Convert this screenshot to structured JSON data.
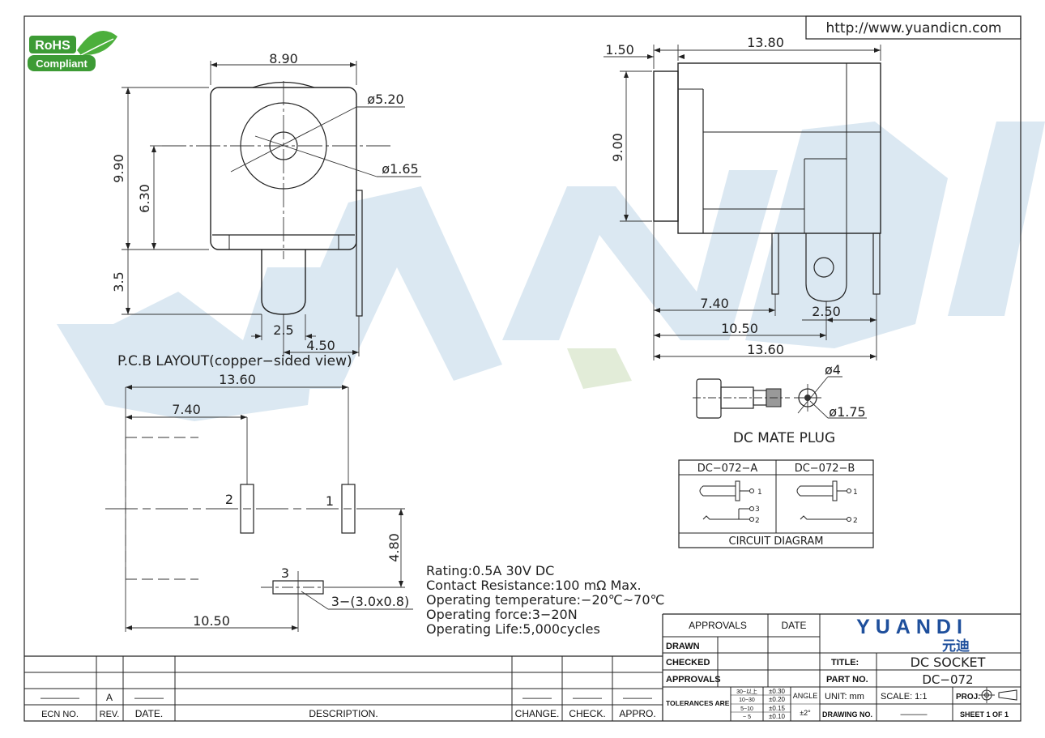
{
  "header": {
    "website": "http://www.yuandicn.com",
    "rohs_top": "RoHS",
    "rohs_bottom": "Compliant"
  },
  "watermark": "YUANDI",
  "front_view": {
    "dim_width": "8.90",
    "dim_height": "9.90",
    "dim_center": "6.30",
    "dim_hole_outer": "ø5.20",
    "dim_hole_inner": "ø1.65",
    "dim_pin": "3.5",
    "dim_pin_w": "2.5",
    "dim_pin_off": "4.50"
  },
  "side_view": {
    "dim_front": "1.50",
    "dim_length": "13.80",
    "dim_height": "9.00",
    "dim_p1": "7.40",
    "dim_p2": "2.50",
    "dim_p3": "10.50",
    "dim_p4": "13.60"
  },
  "pcb": {
    "title": "P.C.B LAYOUT(copper−sided view)",
    "dim_total": "13.60",
    "dim_pin2": "7.40",
    "dim_pin3": "10.50",
    "dim_vert": "4.80",
    "pin1": "1",
    "pin2": "2",
    "pin3": "3",
    "pad_note": "3−(3.0x0.8)"
  },
  "plug": {
    "caption": "DC MATE PLUG",
    "dim_outer": "ø4",
    "dim_inner": "ø1.75"
  },
  "circuit": {
    "col_a": "DC−072−A",
    "col_b": "DC−072−B",
    "caption": "CIRCUIT DIAGRAM",
    "a_pins": [
      "1",
      "3",
      "2"
    ],
    "b_pins": [
      "1",
      "2"
    ]
  },
  "specs": [
    "Rating:0.5A 30V DC",
    "Contact Resistance:100 mΩ Max.",
    "Operating temperature:−20℃~70℃",
    "Operating force:3−20N",
    "Operating Life:5,000cycles"
  ],
  "title_block": {
    "approvals_header": "APPROVALS",
    "date_header": "DATE",
    "drawn": "DRAWN",
    "checked": "CHECKED",
    "approvals": "APPROVALS",
    "tolerances": "TOLERANCES ARE",
    "tol_rows": [
      {
        "range": "30~以上",
        "tol": "±0.30"
      },
      {
        "range": "10~30",
        "tol": "±0.20"
      },
      {
        "range": "5~10",
        "tol": "±0.15"
      },
      {
        "range": "~ 5",
        "tol": "±0.10"
      }
    ],
    "angle": "ANGLE",
    "angle_tol": "±2°",
    "logo": "YUANDI",
    "logo_cn": "元迪",
    "title_label": "TITLE:",
    "title_value": "DC SOCKET",
    "part_label": "PART NO.",
    "part_value": "DC−072",
    "unit": "UNIT: mm",
    "scale": "SCALE:  1:1",
    "proj": "PROJ.",
    "drawing_no": "DRAWING NO.",
    "drawing_no_value": "———",
    "sheet": "SHEET  1  OF  1"
  },
  "revision_table": {
    "row_values": [
      "————",
      "A",
      "———",
      "",
      "———",
      "———",
      "———"
    ],
    "headers": [
      "ECN NO.",
      "REV.",
      "DATE.",
      "DESCRIPTION.",
      "CHANGE.",
      "CHECK.",
      "APPRO."
    ]
  },
  "colors": {
    "watermark": "#d5e4ef",
    "rohs_green": "#3d9b35",
    "logo_blue": "#1e4f9c"
  }
}
